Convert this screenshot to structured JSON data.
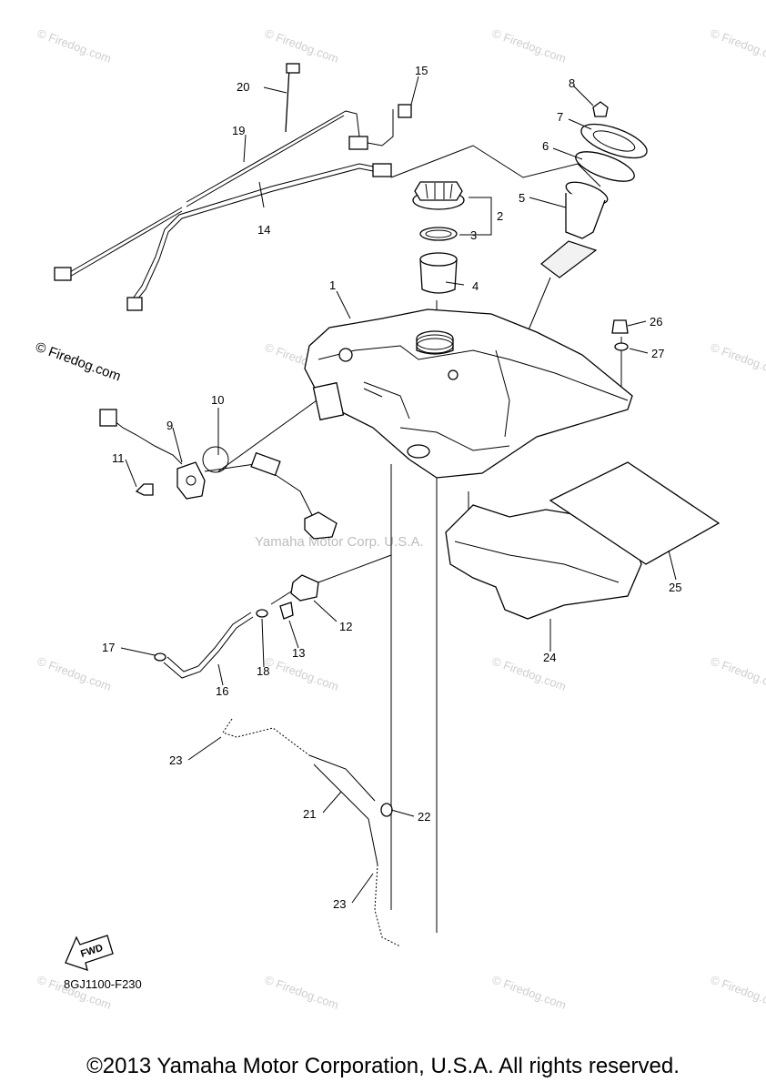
{
  "diagram_code": "8GJ1100-F230",
  "fwd_label": "FWD",
  "firedog_watermark": "© Firedog.com",
  "center_watermark": "Yamaha Motor Corp. U.S.A.",
  "copyright": "©2013 Yamaha Motor Corporation, U.S.A. All rights reserved.",
  "callouts": [
    "1",
    "2",
    "3",
    "4",
    "5",
    "6",
    "7",
    "8",
    "9",
    "10",
    "11",
    "12",
    "13",
    "14",
    "15",
    "16",
    "17",
    "18",
    "19",
    "20",
    "21",
    "22",
    "23",
    "23",
    "24",
    "25",
    "26",
    "27"
  ]
}
